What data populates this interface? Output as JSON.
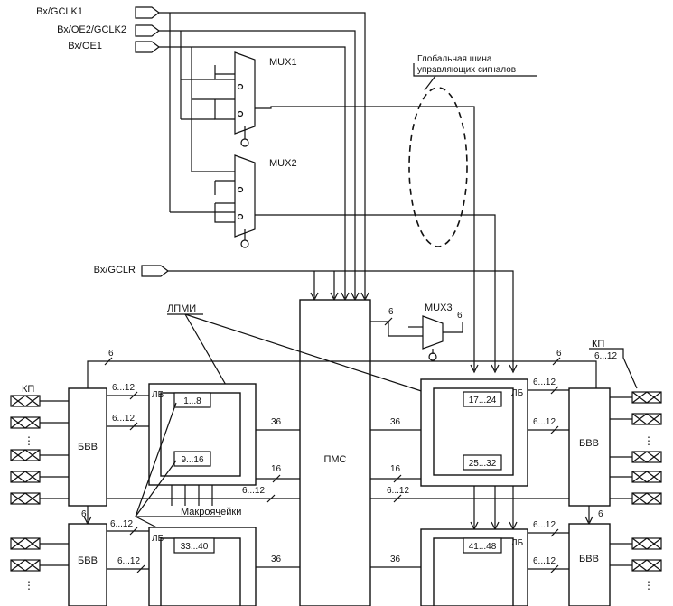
{
  "inputs": {
    "gclk1": "Вх/GCLK1",
    "oe2_gclk2": "Вх/OE2/GCLK2",
    "oe1": "Вх/OE1",
    "gclr": "Вх/GCLR"
  },
  "mux": {
    "mux1": "MUX1",
    "mux2": "MUX2",
    "mux3": "MUX3"
  },
  "global_bus": {
    "line1": "Глобальная шина",
    "line2": "управляющих сигналов"
  },
  "pms": "ПМС",
  "lpmi": "ЛПМИ",
  "kp": "КП",
  "bvv": "БВВ",
  "lb": "ЛБ",
  "macrocells": "Макроячейки",
  "cells": {
    "c1": "1...8",
    "c2": "9...16",
    "c3": "17...24",
    "c4": "25...32",
    "c5": "33...40",
    "c6": "41...48"
  },
  "bus_widths": {
    "w6": "6",
    "w6_12": "6...12",
    "w36": "36",
    "w16": "16"
  },
  "ellipsis": "⋮"
}
